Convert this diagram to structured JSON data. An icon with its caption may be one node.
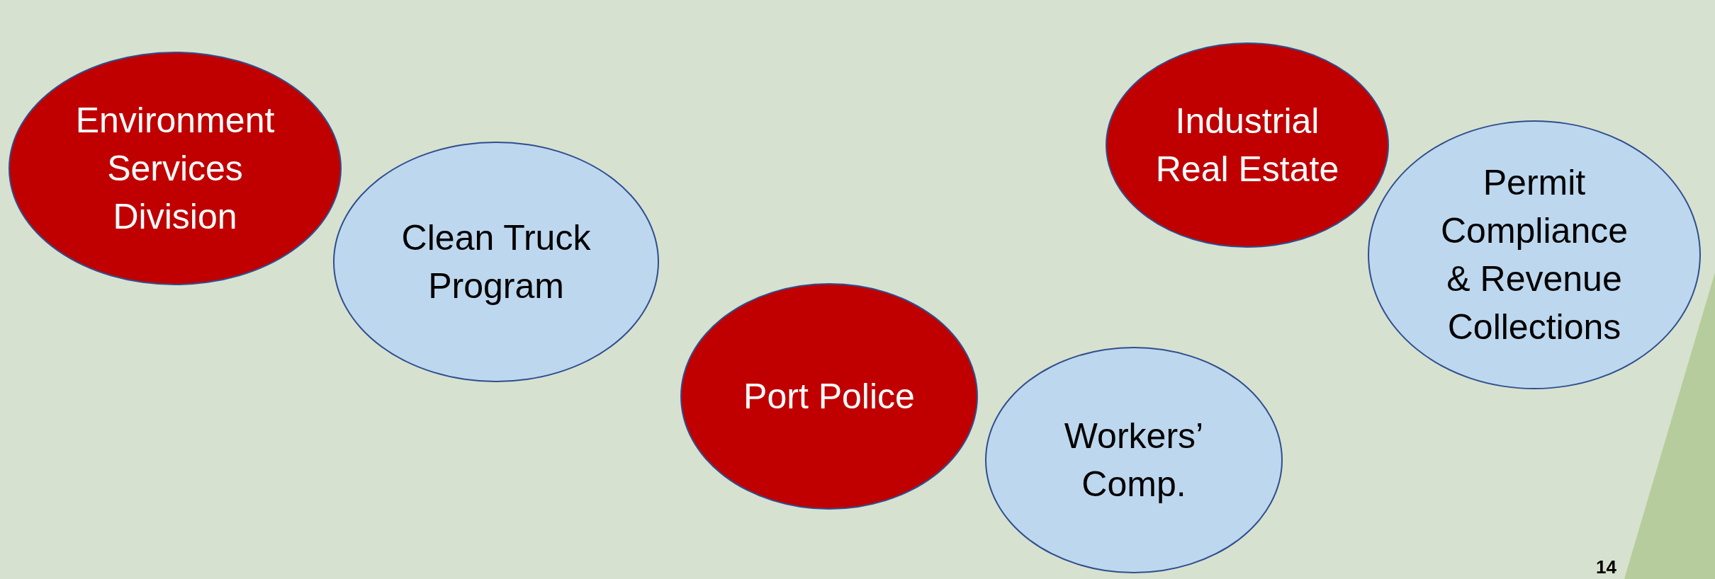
{
  "diagram": {
    "nodes": [
      {
        "text": [
          "Environment Services Division"
        ]
      },
      {
        "text": [
          "Clean Truck Program"
        ]
      },
      {
        "text": [
          "Port Police"
        ]
      },
      {
        "text": [
          "Workers’ Comp."
        ]
      },
      {
        "text": [
          "Industrial Real Estate"
        ]
      },
      {
        "text": [
          "Permit Compliance & Revenue Collections"
        ]
      }
    ],
    "edges": [],
    "labels": [
      "14"
    ]
  }
}
